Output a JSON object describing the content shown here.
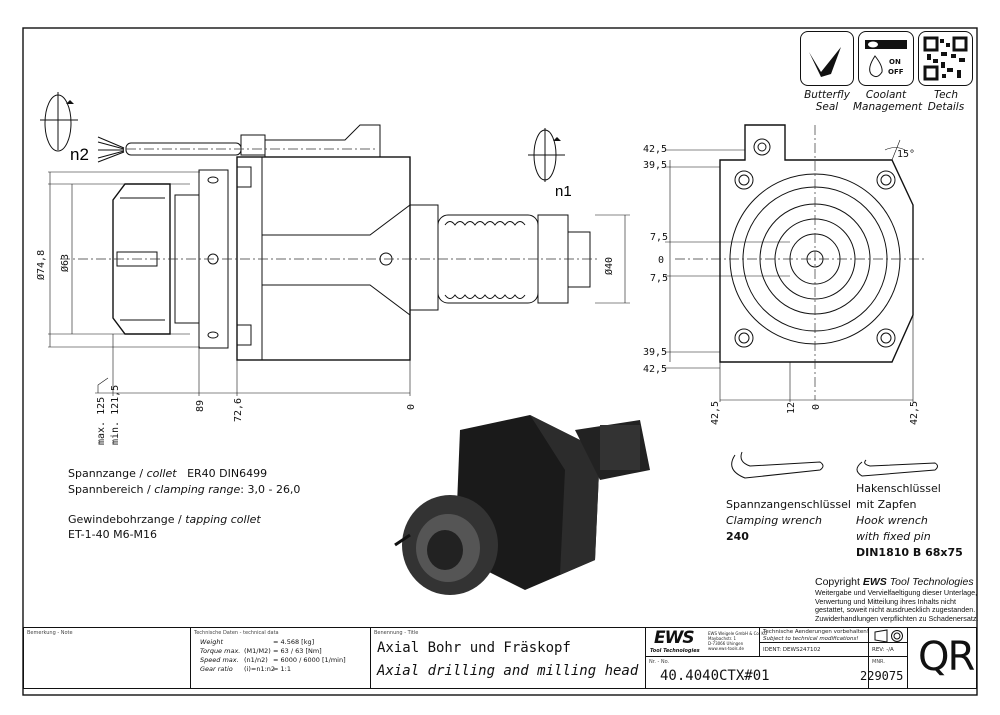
{
  "icons": [
    {
      "name": "butterfly-seal-icon",
      "label_line1": "Butterfly",
      "label_line2": "Seal"
    },
    {
      "name": "coolant-management-icon",
      "label_line1": "Coolant",
      "label_line2": "Management",
      "on": "ON",
      "off": "OFF"
    },
    {
      "name": "qr-code-icon",
      "label_line1": "Tech",
      "label_line2": "Details"
    }
  ],
  "side_view": {
    "rotation_n2": "n2",
    "rotation_n1": "n1",
    "dia_outer": "Ø74,8",
    "dia_inner": "Ø63",
    "dia_shank": "Ø40",
    "dim_max": "max. 125",
    "dim_min": "min. 121,5",
    "dim_89": "89",
    "dim_72_6": "72,6",
    "dim_0": "0"
  },
  "front_view": {
    "dim_42_5_top": "42,5",
    "dim_39_5_top": "39,5",
    "dim_7_5_top": "7,5",
    "dim_0": "0",
    "dim_7_5_bot": "7,5",
    "dim_39_5_bot": "39,5",
    "dim_42_5_bot": "42,5",
    "angle": "15°",
    "h_42_5_left": "42,5",
    "h_12": "12",
    "h_0": "0",
    "h_42_5_right": "42,5"
  },
  "specs": {
    "collet_line": {
      "de": "Spannzange / ",
      "en": "collet",
      "value": "ER40   DIN6499"
    },
    "range_line": {
      "de": "Spannbereich / ",
      "en": "clamping range",
      "value": ": 3,0 - 26,0"
    },
    "tapping_line": {
      "de": "Gewindebohrzange / ",
      "en": "tapping collet"
    },
    "tapping_value": "ET-1-40   M6-M16"
  },
  "wrenches": [
    {
      "de": "Spannzangenschlüssel",
      "en": "Clamping wrench",
      "spec": "240"
    },
    {
      "de1": "Hakenschlüssel",
      "de2": "mit Zapfen",
      "en1": "Hook wrench",
      "en2": "with fixed pin",
      "spec": "DIN1810 B 68x75"
    }
  ],
  "copyright": {
    "title_pre": "Copyright ",
    "brand": "EWS",
    "title_post": " Tool Technologies",
    "lines": [
      "Weitergabe und Vervielfaeltigung dieser Unterlage,",
      "Verwertung und Mitteilung ihres Inhalts nicht",
      "gestattet, soweit nicht ausdruecklich zugestanden.",
      "Zuwiderhandlungen verpflichten zu Schadenersatz."
    ]
  },
  "title_block": {
    "note_header": "Bemerkung - Note",
    "tech_header": "Technische Daten - technical data",
    "tech_rows": [
      {
        "label": "Weight",
        "sub": "",
        "value": "=  4.568 [kg]"
      },
      {
        "label": "Torque max.",
        "sub": "(M1/M2)",
        "value": "=  63 / 63 [Nm]"
      },
      {
        "label": "Speed max.",
        "sub": "(n1/n2)",
        "value": "=  6000 / 6000 [1/min]"
      },
      {
        "label": "Gear ratio",
        "sub": "(i)=n1:n2",
        "value": "=  1:1"
      }
    ],
    "title_header": "Benennung - Title",
    "title_de": "Axial Bohr und Fräskopf",
    "title_en": "Axial drilling and milling head",
    "logo": "EWS",
    "logo_sub": "Tool Technologies",
    "address": [
      "EWS Weigele GmbH & Co. KG",
      "Maybachstr. 1",
      "D-73066 Uhingen",
      "www.ews-tools.de"
    ],
    "changes_de": "Technische Aenderungen vorbehalten!",
    "changes_en": "Subject to technical modifications!",
    "ident": "IDENT:  DEWS247102",
    "rev": "REV:  -/A",
    "nr_header": "Nr. - No.",
    "nr": "40.4040CTX#01",
    "mnr_header": "MNR.",
    "mnr": "229075",
    "qr": "QR"
  }
}
